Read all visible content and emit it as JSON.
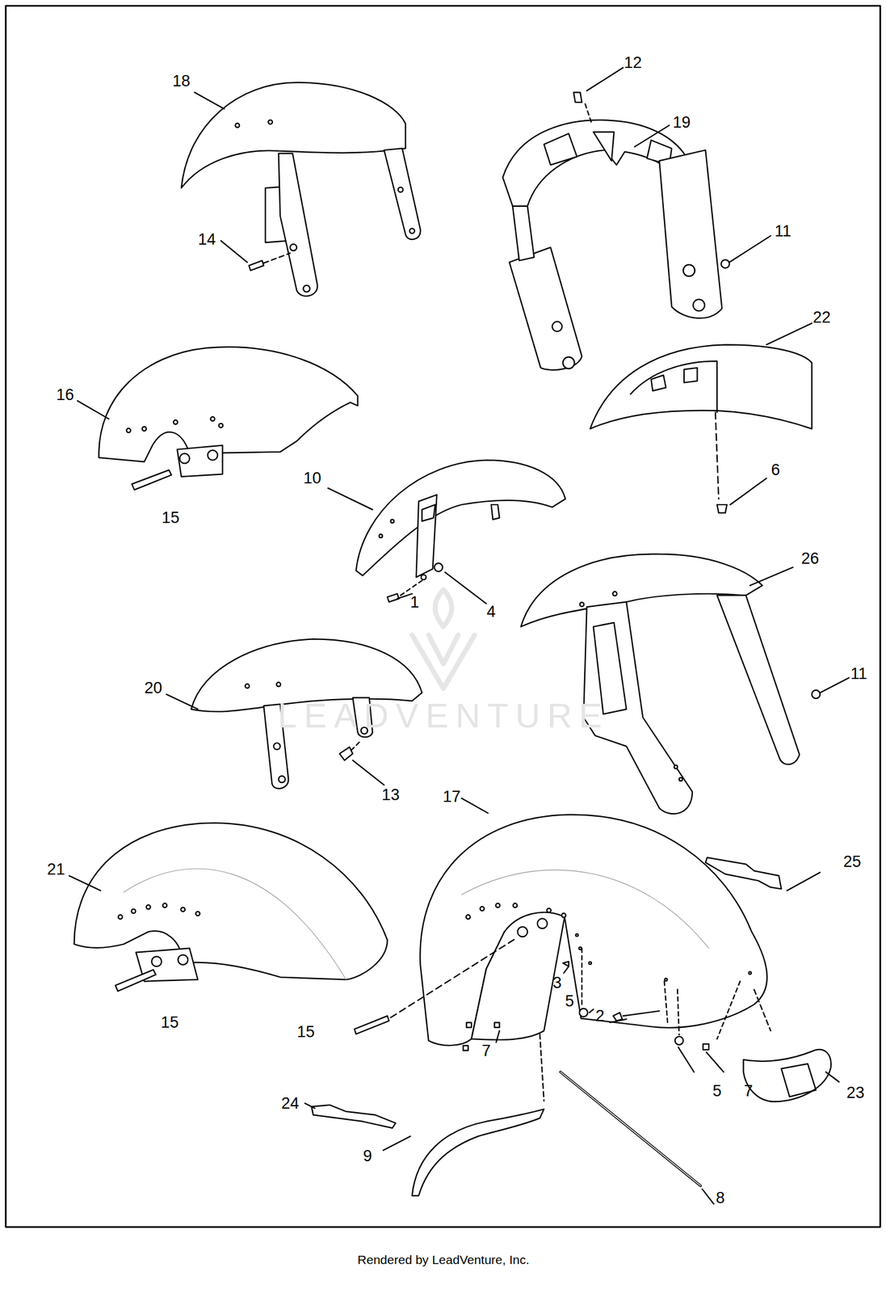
{
  "diagram": {
    "labels": [
      "18",
      "12",
      "19",
      "11",
      "14",
      "22",
      "16",
      "6",
      "10",
      "15",
      "1",
      "4",
      "26",
      "11",
      "20",
      "13",
      "17",
      "25",
      "21",
      "3",
      "5",
      "2",
      "15",
      "15",
      "7",
      "5",
      "7",
      "23",
      "24",
      "9",
      "8",
      "LEADVENTURE",
      "Rendered by LeadVenture, Inc."
    ]
  }
}
